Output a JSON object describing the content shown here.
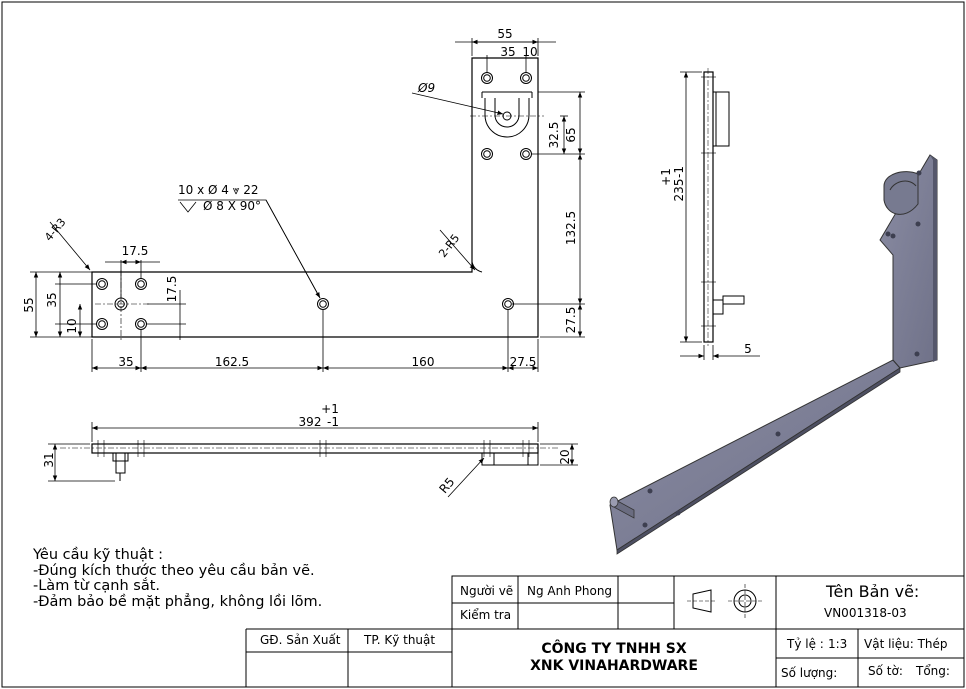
{
  "drawing": {
    "dims_front": {
      "d55_top": "55",
      "d35_top": "35",
      "d10_top": "10",
      "hole_d9": "Ø9",
      "d32_5": "32.5",
      "d65": "65",
      "d132_5": "132.5",
      "d27_5_right": "27.5",
      "d235": "235",
      "d235_tol_plus": "+1",
      "d235_tol_minus": "-1",
      "d5": "5",
      "r5_corner": "2-R5",
      "r3_corners": "4-R3",
      "hole_callout_1": "10 x Ø 4 ⩔ 22",
      "hole_callout_2": "Ø 8 X 90°",
      "d17_5_h": "17.5",
      "d17_5_v": "17.5",
      "d55_left": "55",
      "d35_left": "35",
      "d10_left": "10",
      "d35_bottom": "35",
      "d162_5": "162.5",
      "d160": "160",
      "d27_5_bottom": "27.5"
    },
    "dims_bottom": {
      "d392": "392",
      "d392_tol_plus": "+1",
      "d392_tol_minus": "-1",
      "d31": "31",
      "d20": "20",
      "r5": "R5"
    }
  },
  "notes": {
    "title": "Yêu cầu kỹ thuật :",
    "items": [
      "-Đúng kích thước theo yêu cầu bản vẽ.",
      "-Làm từ cạnh sắt.",
      "-Đảm bảo bề mặt phẳng, không lồi lõm."
    ]
  },
  "title_block": {
    "drawn_by_label": "Người vẽ",
    "drawn_by_value": "Ng Anh Phong",
    "checked_label": "Kiểm tra",
    "production_label": "GĐ. Sản Xuất",
    "tech_label": "TP. Kỹ thuật",
    "company_line1": "CÔNG TY TNHH SX",
    "company_line2": "XNK VINAHARDWARE",
    "drawing_name_label": "Tên Bản vẽ:",
    "drawing_number": "VN001318-03",
    "scale_label": "Tỷ lệ :",
    "scale_value": "1:3",
    "material_label": "Vật liệu: Thép",
    "quantity_label": "Số lượng:",
    "sheet_label": "Số tờ:",
    "total_label": "Tổng:"
  }
}
